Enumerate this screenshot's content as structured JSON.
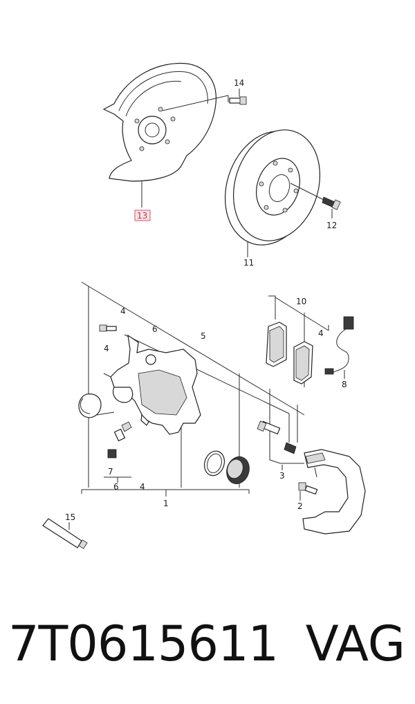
{
  "diagram": {
    "callouts": [
      {
        "id": "c14",
        "text": "14"
      },
      {
        "id": "c13",
        "text": "13",
        "highlighted": true
      },
      {
        "id": "c12",
        "text": "12"
      },
      {
        "id": "c11",
        "text": "11"
      },
      {
        "id": "c10",
        "text": "10"
      },
      {
        "id": "c4a",
        "text": "4"
      },
      {
        "id": "c6a",
        "text": "6"
      },
      {
        "id": "c5",
        "text": "5"
      },
      {
        "id": "c4b",
        "text": "4"
      },
      {
        "id": "c4c",
        "text": "4"
      },
      {
        "id": "c8",
        "text": "8"
      },
      {
        "id": "c7",
        "text": "7"
      },
      {
        "id": "c6b",
        "text": "6"
      },
      {
        "id": "c4d",
        "text": "4"
      },
      {
        "id": "c1",
        "text": "1"
      },
      {
        "id": "c3",
        "text": "3"
      },
      {
        "id": "c2",
        "text": "2"
      },
      {
        "id": "c15",
        "text": "15"
      }
    ],
    "highlight_color": "#d9536a"
  },
  "footer": {
    "part_number": "7T0615611",
    "brand": "VAG"
  }
}
